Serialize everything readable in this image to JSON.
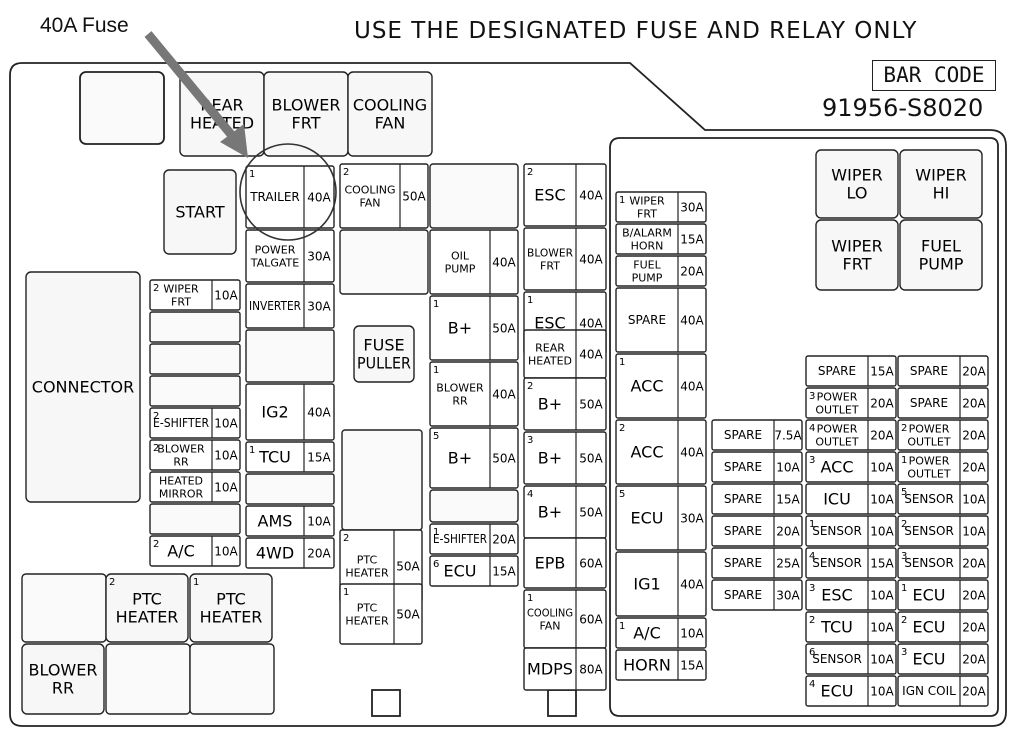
{
  "callout": {
    "label": "40A Fuse"
  },
  "header": {
    "note": "USE THE DESIGNATED FUSE AND RELAY ONLY"
  },
  "panel": {
    "barcode_label": "BAR CODE",
    "part_number": "91956-S8020"
  },
  "colors": {
    "line": "#222222",
    "relay_fill": "#f7f7f7",
    "arrow": "#777777"
  },
  "items": [
    {
      "t": "r",
      "lines": [
        "REAR",
        "HEATED"
      ]
    },
    {
      "t": "r",
      "lines": [
        "BLOWER",
        "FRT"
      ]
    },
    {
      "t": "r",
      "lines": [
        "COOLING",
        "FAN"
      ]
    },
    {
      "t": "r",
      "lines": [
        "START"
      ]
    },
    {
      "t": "f",
      "n": "1",
      "lines": [
        "TRAILER"
      ],
      "a": "40A"
    },
    {
      "t": "f",
      "n": "",
      "lines": [
        "POWER",
        "TALGATE"
      ],
      "a": "30A"
    },
    {
      "t": "f",
      "n": "",
      "lines": [
        "INVERTER"
      ],
      "a": "30A"
    },
    {
      "t": "f",
      "n": "",
      "lines": [
        "IG2"
      ],
      "a": "40A"
    },
    {
      "t": "f",
      "n": "1",
      "lines": [
        "TCU"
      ],
      "a": "15A"
    },
    {
      "t": "f",
      "n": "",
      "lines": [
        "AMS"
      ],
      "a": "10A"
    },
    {
      "t": "f",
      "n": "",
      "lines": [
        "4WD"
      ],
      "a": "20A"
    },
    {
      "t": "f",
      "n": "2",
      "lines": [
        "WIPER",
        "FRT"
      ],
      "a": "10A"
    },
    {
      "t": "f",
      "n": "2",
      "lines": [
        "E-SHIFTER"
      ],
      "a": "10A"
    },
    {
      "t": "f",
      "n": "2",
      "lines": [
        "BLOWER",
        "RR"
      ],
      "a": "10A"
    },
    {
      "t": "f",
      "n": "",
      "lines": [
        "HEATED",
        "MIRROR"
      ],
      "a": "10A"
    },
    {
      "t": "f",
      "n": "2",
      "lines": [
        "A/C"
      ],
      "a": "10A"
    },
    {
      "t": "r",
      "lines": [
        "CONNECTOR"
      ]
    },
    {
      "t": "f",
      "n": "2",
      "lines": [
        "COOLING",
        "FAN"
      ],
      "a": "50A"
    },
    {
      "t": "r",
      "lines": [
        "FUSE",
        "PULLER"
      ]
    },
    {
      "t": "f",
      "n": "",
      "lines": [
        "OIL",
        "PUMP"
      ],
      "a": "40A"
    },
    {
      "t": "f",
      "n": "1",
      "lines": [
        "B+"
      ],
      "a": "50A"
    },
    {
      "t": "f",
      "n": "1",
      "lines": [
        "BLOWER",
        "RR"
      ],
      "a": "40A"
    },
    {
      "t": "f",
      "n": "5",
      "lines": [
        "B+"
      ],
      "a": "50A"
    },
    {
      "t": "f",
      "n": "1",
      "lines": [
        "E-SHIFTER"
      ],
      "a": "20A"
    },
    {
      "t": "f",
      "n": "6",
      "lines": [
        "ECU"
      ],
      "a": "15A"
    },
    {
      "t": "f",
      "n": "2",
      "lines": [
        "PTC",
        "HEATER"
      ],
      "a": "50A"
    },
    {
      "t": "f",
      "n": "1",
      "lines": [
        "PTC",
        "HEATER"
      ],
      "a": "50A"
    },
    {
      "t": "f",
      "n": "2",
      "lines": [
        "ESC"
      ],
      "a": "40A"
    },
    {
      "t": "f",
      "n": "",
      "lines": [
        "BLOWER",
        "FRT"
      ],
      "a": "40A"
    },
    {
      "t": "f",
      "n": "1",
      "lines": [
        "ESC"
      ],
      "a": "40A"
    },
    {
      "t": "f",
      "n": "",
      "lines": [
        "REAR",
        "HEATED"
      ],
      "a": "40A"
    },
    {
      "t": "f",
      "n": "2",
      "lines": [
        "B+"
      ],
      "a": "50A"
    },
    {
      "t": "f",
      "n": "3",
      "lines": [
        "B+"
      ],
      "a": "50A"
    },
    {
      "t": "f",
      "n": "4",
      "lines": [
        "B+"
      ],
      "a": "50A"
    },
    {
      "t": "f",
      "n": "",
      "lines": [
        "EPB"
      ],
      "a": "60A"
    },
    {
      "t": "f",
      "n": "1",
      "lines": [
        "COOLING",
        "FAN"
      ],
      "a": "60A"
    },
    {
      "t": "f",
      "n": "",
      "lines": [
        "MDPS"
      ],
      "a": "80A"
    },
    {
      "t": "r",
      "lines": [
        "PTC",
        "HEATER"
      ],
      "n": "2"
    },
    {
      "t": "r",
      "lines": [
        "PTC",
        "HEATER"
      ],
      "n": "1"
    },
    {
      "t": "r",
      "lines": [
        "BLOWER",
        "RR"
      ]
    },
    {
      "t": "f",
      "n": "1",
      "lines": [
        "WIPER",
        "FRT"
      ],
      "a": "30A"
    },
    {
      "t": "f",
      "n": "",
      "lines": [
        "B/ALARM",
        "HORN"
      ],
      "a": "15A"
    },
    {
      "t": "f",
      "n": "",
      "lines": [
        "FUEL",
        "PUMP"
      ],
      "a": "20A"
    },
    {
      "t": "f",
      "n": "",
      "lines": [
        "SPARE"
      ],
      "a": "40A"
    },
    {
      "t": "f",
      "n": "1",
      "lines": [
        "ACC"
      ],
      "a": "40A"
    },
    {
      "t": "f",
      "n": "2",
      "lines": [
        "ACC"
      ],
      "a": "40A"
    },
    {
      "t": "f",
      "n": "5",
      "lines": [
        "ECU"
      ],
      "a": "30A"
    },
    {
      "t": "f",
      "n": "",
      "lines": [
        "IG1"
      ],
      "a": "40A"
    },
    {
      "t": "f",
      "n": "1",
      "lines": [
        "A/C"
      ],
      "a": "10A"
    },
    {
      "t": "f",
      "n": "",
      "lines": [
        "HORN"
      ],
      "a": "15A"
    },
    {
      "t": "r",
      "lines": [
        "WIPER",
        "LO"
      ]
    },
    {
      "t": "r",
      "lines": [
        "WIPER",
        "HI"
      ]
    },
    {
      "t": "r",
      "lines": [
        "WIPER",
        "FRT"
      ]
    },
    {
      "t": "r",
      "lines": [
        "FUEL",
        "PUMP"
      ]
    },
    {
      "t": "f",
      "n": "",
      "lines": [
        "SPARE"
      ],
      "a": "7.5A"
    },
    {
      "t": "f",
      "n": "",
      "lines": [
        "SPARE"
      ],
      "a": "10A"
    },
    {
      "t": "f",
      "n": "",
      "lines": [
        "SPARE"
      ],
      "a": "15A"
    },
    {
      "t": "f",
      "n": "",
      "lines": [
        "SPARE"
      ],
      "a": "20A"
    },
    {
      "t": "f",
      "n": "",
      "lines": [
        "SPARE"
      ],
      "a": "25A"
    },
    {
      "t": "f",
      "n": "",
      "lines": [
        "SPARE"
      ],
      "a": "30A"
    },
    {
      "t": "f",
      "n": "",
      "lines": [
        "SPARE"
      ],
      "a": "15A"
    },
    {
      "t": "f",
      "n": "3",
      "lines": [
        "POWER",
        "OUTLET"
      ],
      "a": "20A"
    },
    {
      "t": "f",
      "n": "4",
      "lines": [
        "POWER",
        "OUTLET"
      ],
      "a": "20A"
    },
    {
      "t": "f",
      "n": "3",
      "lines": [
        "ACC"
      ],
      "a": "10A"
    },
    {
      "t": "f",
      "n": "",
      "lines": [
        "ICU"
      ],
      "a": "10A"
    },
    {
      "t": "f",
      "n": "1",
      "lines": [
        "SENSOR"
      ],
      "a": "10A"
    },
    {
      "t": "f",
      "n": "4",
      "lines": [
        "SENSOR"
      ],
      "a": "15A"
    },
    {
      "t": "f",
      "n": "3",
      "lines": [
        "ESC"
      ],
      "a": "10A"
    },
    {
      "t": "f",
      "n": "2",
      "lines": [
        "TCU"
      ],
      "a": "10A"
    },
    {
      "t": "f",
      "n": "6",
      "lines": [
        "SENSOR"
      ],
      "a": "10A"
    },
    {
      "t": "f",
      "n": "4",
      "lines": [
        "ECU"
      ],
      "a": "10A"
    },
    {
      "t": "f",
      "n": "",
      "lines": [
        "SPARE"
      ],
      "a": "20A"
    },
    {
      "t": "f",
      "n": "",
      "lines": [
        "SPARE"
      ],
      "a": "20A"
    },
    {
      "t": "f",
      "n": "2",
      "lines": [
        "POWER",
        "OUTLET"
      ],
      "a": "20A"
    },
    {
      "t": "f",
      "n": "1",
      "lines": [
        "POWER",
        "OUTLET"
      ],
      "a": "20A"
    },
    {
      "t": "f",
      "n": "5",
      "lines": [
        "SENSOR"
      ],
      "a": "10A"
    },
    {
      "t": "f",
      "n": "2",
      "lines": [
        "SENSOR"
      ],
      "a": "10A"
    },
    {
      "t": "f",
      "n": "3",
      "lines": [
        "SENSOR"
      ],
      "a": "20A"
    },
    {
      "t": "f",
      "n": "1",
      "lines": [
        "ECU"
      ],
      "a": "20A"
    },
    {
      "t": "f",
      "n": "2",
      "lines": [
        "ECU"
      ],
      "a": "20A"
    },
    {
      "t": "f",
      "n": "3",
      "lines": [
        "ECU"
      ],
      "a": "20A"
    },
    {
      "t": "f",
      "n": "",
      "lines": [
        "IGN COIL"
      ],
      "a": "20A"
    }
  ]
}
